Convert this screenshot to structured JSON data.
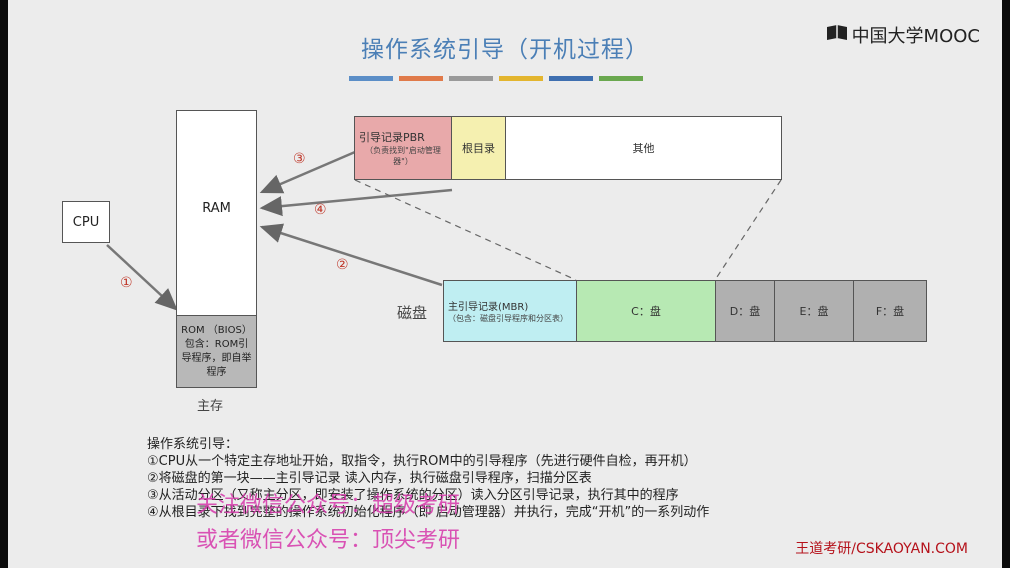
{
  "title": "操作系统引导（开机过程）",
  "logo": {
    "text": "中国大学MOOC",
    "icon": "book-icon"
  },
  "stripes": [
    "#5b8ec7",
    "#e07a4a",
    "#9a9a9a",
    "#e3b52e",
    "#3f6fb0",
    "#6aa84f"
  ],
  "cpu": {
    "label": "CPU"
  },
  "ram": {
    "label": "RAM"
  },
  "rom": {
    "label": "ROM （BIOS）包含：ROM引导程序，即自举程序"
  },
  "mem_label": "主存",
  "disk_label": "磁盘",
  "partition": {
    "pbr": {
      "main": "引导记录PBR",
      "note": "（负责找到\"启动管理器\"）"
    },
    "root": "根目录",
    "other": "其他"
  },
  "disk": {
    "mbr": {
      "main": "主引导记录(MBR)",
      "note": "（包含：磁盘引导程序和分区表）"
    },
    "c": "C：盘",
    "d": "D：盘",
    "e": "E：盘",
    "f": "F：盘"
  },
  "steps": {
    "s1": "①",
    "s2": "②",
    "s3": "③",
    "s4": "④"
  },
  "text": {
    "heading": "操作系统引导：",
    "line1": "①CPU从一个特定主存地址开始，取指令，执行ROM中的引导程序（先进行硬件自检，再开机）",
    "line2": "②将磁盘的第一块——主引导记录 读入内存，执行磁盘引导程序，扫描分区表",
    "line3": "③从活动分区（又称主分区，即安装了操作系统的分区）读入分区引导记录，执行其中的程序",
    "line4": "④从根目录下找到完整的操作系统初始化程序（即 启动管理器）并执行，完成“开机”的一系列动作"
  },
  "watermark": {
    "line1": "关注微信公众号：超级考研",
    "line2": "或者微信公众号：顶尖考研"
  },
  "footer": "王道考研/CSKAOYAN.COM"
}
